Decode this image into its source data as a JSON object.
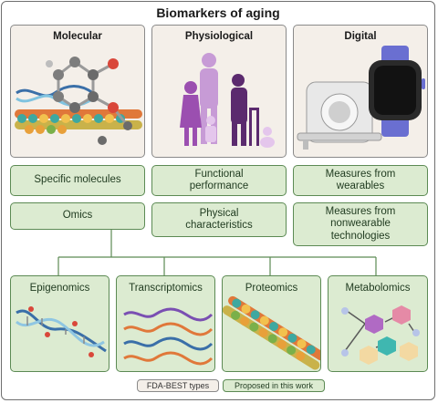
{
  "title": "Biomarkers of aging",
  "categories": {
    "molecular": "Molecular",
    "physiological": "Physiological",
    "digital": "Digital"
  },
  "biomarker_types": {
    "specific_molecules": "Specific molecules",
    "functional_performance": "Functional performance",
    "measures_wearables": "Measures from wearables",
    "omics": "Omics",
    "physical_characteristics": "Physical characteristics",
    "measures_nonwearable": "Measures from nonwearable technologies"
  },
  "omics": {
    "epigenomics": "Epigenomics",
    "transcriptomics": "Transcriptomics",
    "proteomics": "Proteomics",
    "metabolomics": "Metabolomics"
  },
  "legend": {
    "fda_best": "FDA-BEST types",
    "proposed": "Proposed in this work"
  },
  "colors": {
    "panel_beige": "#f4efe9",
    "proposed_green": "#dcebd1",
    "green_border": "#5c8a54",
    "purple": "#9b59b6",
    "dna_blue": "#5aa3c8",
    "orange": "#f2a15a"
  }
}
